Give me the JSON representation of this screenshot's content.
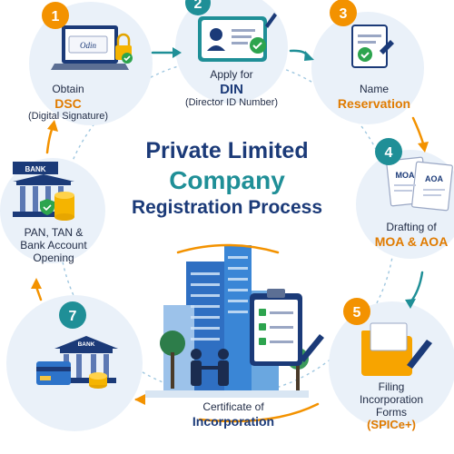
{
  "title": {
    "line1": "Private Limited",
    "line2": "Company",
    "line3": "Registration Process"
  },
  "steps": [
    {
      "number": "1",
      "line1": "Obtain",
      "highlight": "DSC",
      "line3": "(Digital Signature)"
    },
    {
      "number": "2",
      "line1": "Apply for",
      "highlight": "DIN",
      "line3": "(Director ID Number)"
    },
    {
      "number": "3",
      "line1": "Name",
      "highlight": "Reservation"
    },
    {
      "number": "4",
      "line1": "Drafting of",
      "highlight": "MOA & AOA",
      "doc_label_1": "MOA",
      "doc_label_2": "AOA"
    },
    {
      "number": "5",
      "line1": "Filing",
      "line2": "Incorporation",
      "line3": "Forms",
      "highlight": "(SPICe+)"
    },
    {
      "line1": "Certificate of",
      "highlight": "Incorporation"
    },
    {
      "number": "7",
      "line1": "PAN, TAN &",
      "line2": "Bank Account",
      "line3": "Opening",
      "bank_label_1": "BANK",
      "bank_label_2": "BANK"
    }
  ],
  "dsc_card_text": "Odin",
  "colors": {
    "orange": "#f39200",
    "teal": "#1f8f97",
    "navy": "#1b3a78",
    "circle_bg": "#e6eef8",
    "accent_text": "#e07b00"
  }
}
